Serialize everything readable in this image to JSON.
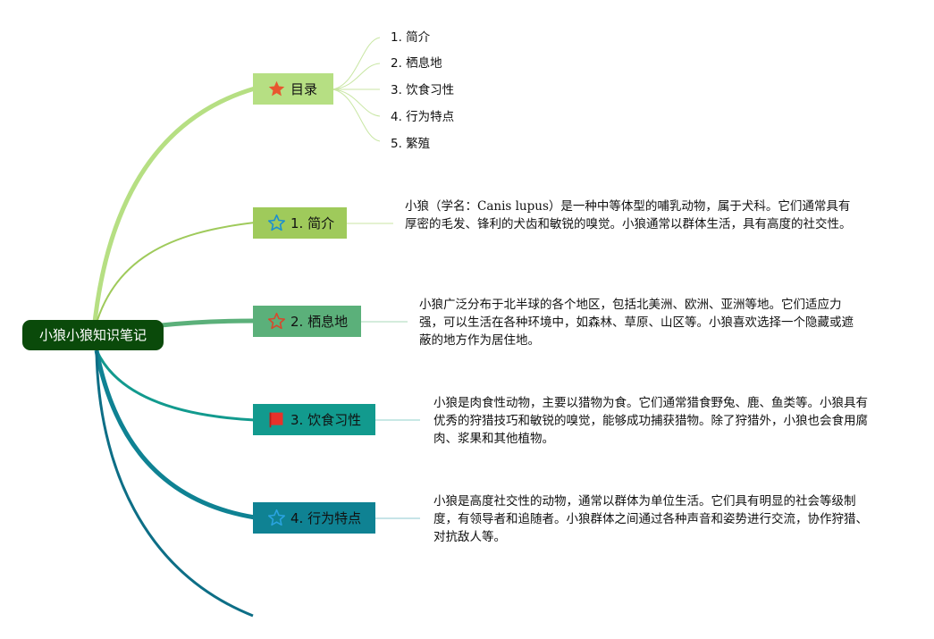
{
  "root": {
    "label": "小狼小狼知识笔记",
    "color": "#0a4a0a"
  },
  "toc": {
    "label": "目录",
    "icon": "star-filled-icon",
    "color": "#b6df83",
    "items": [
      "1. 简介",
      "2. 栖息地",
      "3. 饮食习性",
      "4. 行为特点",
      "5. 繁殖"
    ]
  },
  "sections": [
    {
      "label": "1. 简介",
      "icon": "star-outline-icon",
      "color": "#9fca5b",
      "description": "小狼（学名：Canis lupus）是一种中等体型的哺乳动物，属于犬科。它们通常具有厚密的毛发、锋利的犬齿和敏锐的嗅觉。小狼通常以群体生活，具有高度的社交性。"
    },
    {
      "label": "2. 栖息地",
      "icon": "star-outline-icon",
      "color": "#5bb07a",
      "description": "小狼广泛分布于北半球的各个地区，包括北美洲、欧洲、亚洲等地。它们适应力强，可以生活在各种环境中，如森林、草原、山区等。小狼喜欢选择一个隐藏或遮蔽的地方作为居住地。"
    },
    {
      "label": "3. 饮食习性",
      "icon": "flag-icon",
      "color": "#129a8e",
      "description": "小狼是肉食性动物，主要以猎物为食。它们通常猎食野兔、鹿、鱼类等。小狼具有优秀的狩猎技巧和敏锐的嗅觉，能够成功捕获猎物。除了狩猎外，小狼也会食用腐肉、浆果和其他植物。"
    },
    {
      "label": "4. 行为特点",
      "icon": "star-outline-icon",
      "color": "#0f8293",
      "description": "小狼是高度社交性的动物，通常以群体为单位生活。它们具有明显的社会等级制度，有领导者和追随者。小狼群体之间通过各种声音和姿势进行交流，协作狩猎、对抗敌人等。"
    }
  ]
}
